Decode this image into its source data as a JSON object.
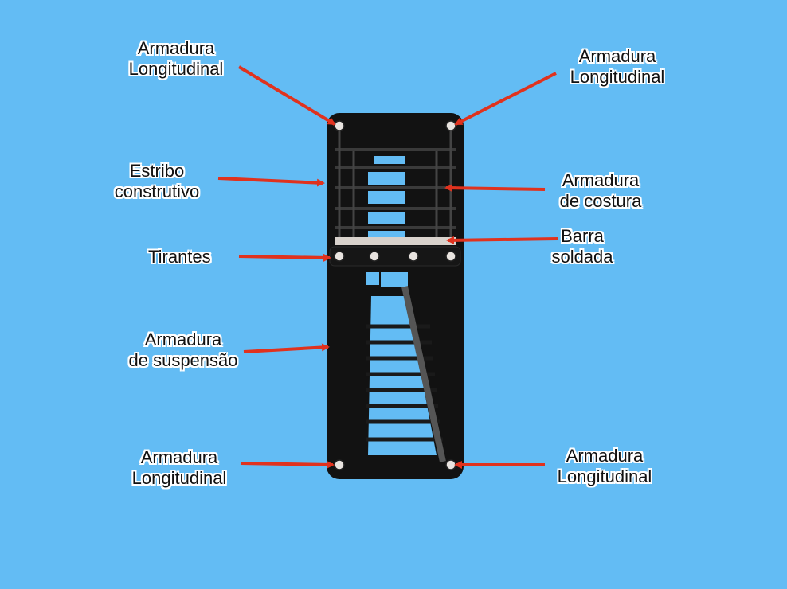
{
  "labels": {
    "long_top_left": [
      "Armadura",
      "Longitudinal"
    ],
    "long_top_right": [
      "Armadura",
      "Longitudinal"
    ],
    "estribo": [
      "Estribo",
      "construtivo"
    ],
    "costura": [
      "Armadura",
      "de costura"
    ],
    "tirantes": "Tirantes",
    "barra": [
      "Barra",
      "soldada"
    ],
    "suspensao": [
      "Armadura",
      "de suspensão"
    ],
    "long_bottom_left": [
      "Armadura",
      "Longitudinal"
    ],
    "long_bottom_right": [
      "Armadura",
      "Longitudinal"
    ]
  },
  "colors": {
    "background": "#63BCF4",
    "arrow": "#E0321E",
    "steel": "#1A1A1A",
    "label_outline": "#FFFFFF"
  }
}
